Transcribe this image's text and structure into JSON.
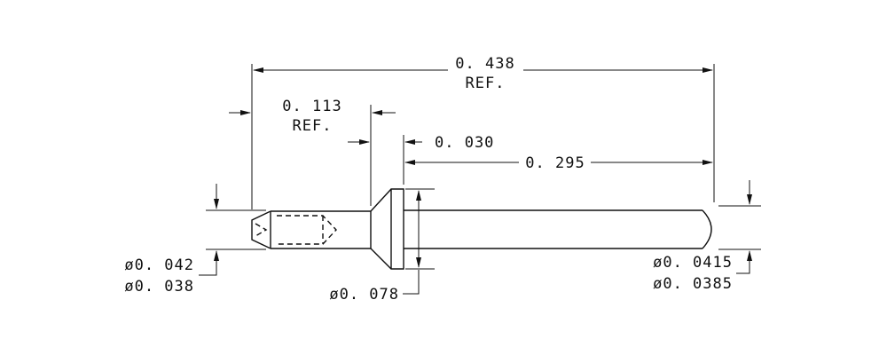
{
  "drawing": {
    "overall_length": {
      "value": "0. 438",
      "note": "REF."
    },
    "front_length": {
      "value": "0. 113",
      "note": "REF."
    },
    "flange_thickness": "0. 030",
    "tail_length": "0. 295",
    "tip_diameter": {
      "max": "ø0. 042",
      "min": "ø0. 038"
    },
    "flange_diameter": "ø0. 078",
    "tail_diameter": {
      "max": "ø0. 0415",
      "min": "ø0. 0385"
    }
  }
}
